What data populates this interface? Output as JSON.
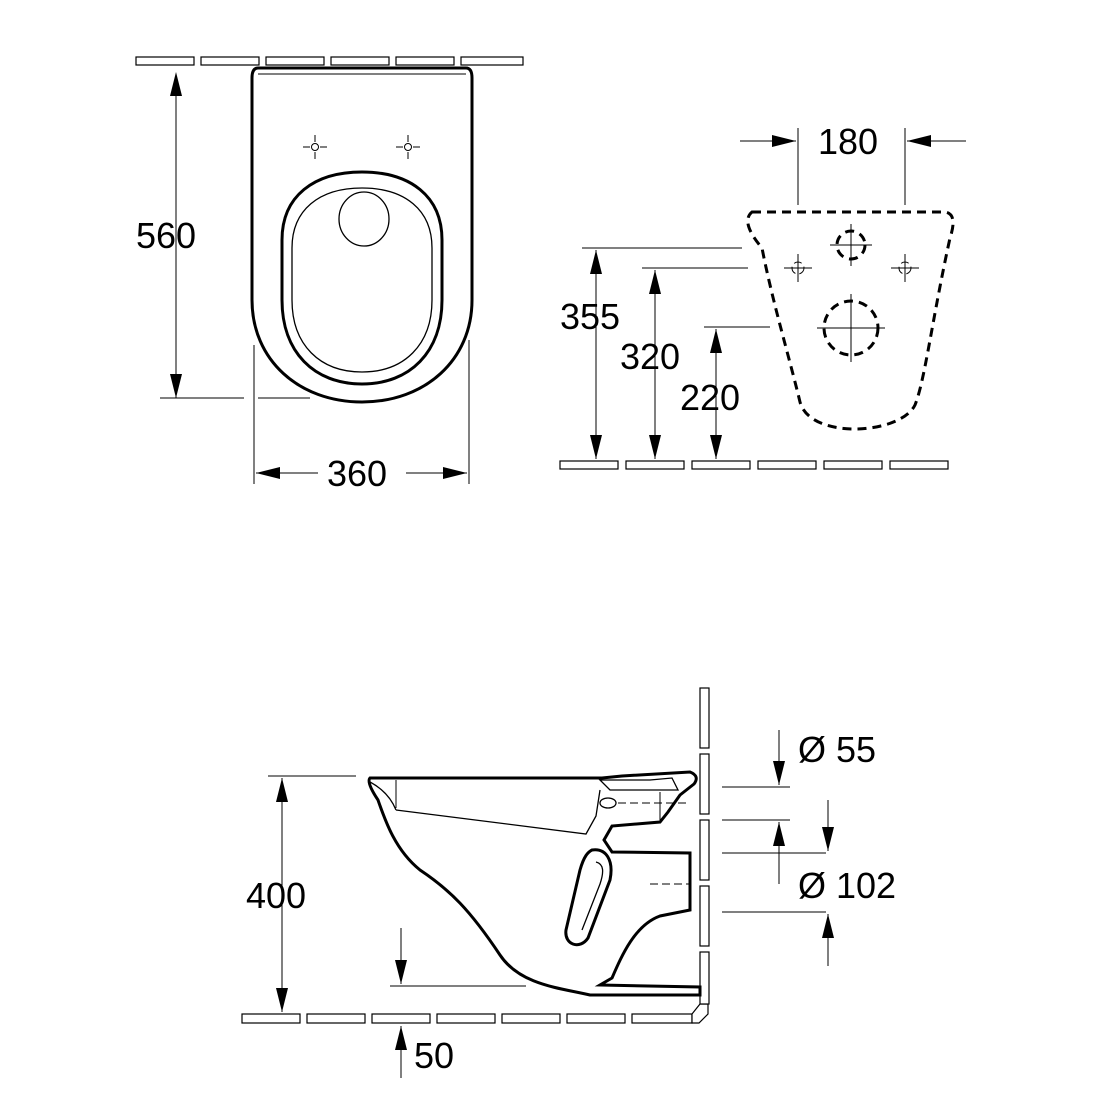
{
  "front_view": {
    "height_label": "560",
    "width_label": "360"
  },
  "wall_plate_view": {
    "hole_spacing_label": "180",
    "height_upper_label": "355",
    "height_middle_label": "320",
    "height_lower_label": "220"
  },
  "side_view": {
    "rim_height_label": "400",
    "bottom_clearance_label": "50",
    "inlet_diameter_label": "Ø 55",
    "outlet_diameter_label": "Ø 102"
  },
  "colors": {
    "line": "#000000",
    "background": "#ffffff"
  }
}
